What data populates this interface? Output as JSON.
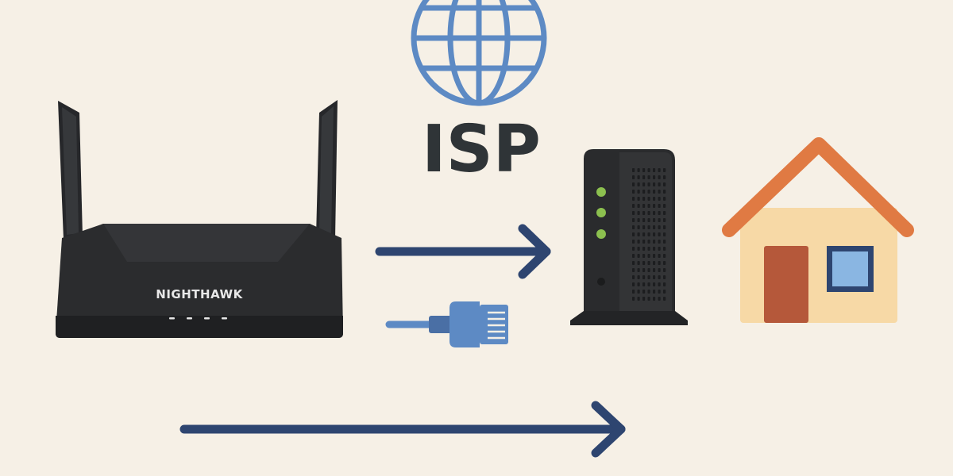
{
  "diagram": {
    "isp": {
      "label": "ISP",
      "icon": "globe-icon"
    },
    "router": {
      "brand": "NIGHTHAWK",
      "icon": "wifi-router-icon"
    },
    "modem": {
      "icon": "cable-modem-icon",
      "status_lights": 3
    },
    "home": {
      "icon": "house-icon"
    },
    "connectors": [
      {
        "name": "router-to-modem-arrow",
        "icon": "arrow-right-icon"
      },
      {
        "name": "ethernet-cable",
        "icon": "ethernet-plug-icon"
      },
      {
        "name": "bottom-flow-arrow",
        "icon": "arrow-right-icon"
      }
    ],
    "colors": {
      "background": "#f6f0e6",
      "globe": "#5d8ac4",
      "label": "#2f3437",
      "device": "#2b2c2e",
      "arrow": "#2e4570",
      "modem_led": "#8cc04f",
      "roof": "#e07a43",
      "house_wall": "#f7d9a6",
      "door": "#b5583a",
      "window": "#8ab6e2",
      "cable": "#5d8ac4"
    }
  }
}
